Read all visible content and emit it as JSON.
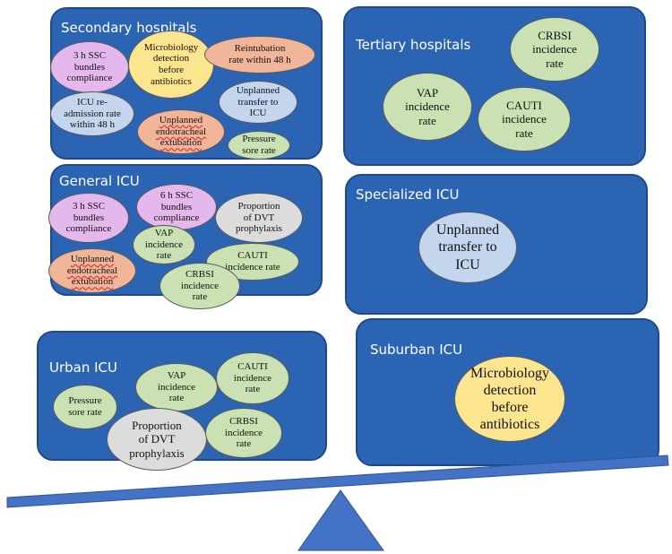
{
  "colors": {
    "panel": "#2c64b4",
    "pink": "#e4b8ec",
    "yellow": "#fbe58f",
    "salmon": "#f1b69a",
    "lightblue": "#c3d6ee",
    "green": "#c9e1b3",
    "gray": "#dcdcdc",
    "beam": "#4472c4"
  },
  "panels": {
    "secondary": {
      "title": "Secondary hospitals",
      "items": {
        "ssc3h": "3 h SSC\nbundles\ncompliance",
        "micro": "Microbiology\ndetection\nbefore\nantibiotics",
        "reintubation": "Reintubation\nrate within 48 h",
        "readmission": "ICU re-\nadmission rate\nwithin 48 h",
        "transfer": "Unplanned\ntransfer to\nICU",
        "extubation": "Unplanned\nendotracheal\nextubation",
        "pressure": "Pressure\nsore rate"
      }
    },
    "tertiary": {
      "title": "Tertiary hospitals",
      "items": {
        "crbsi": "CRBSI\nincidence\nrate",
        "vap": "VAP\nincidence\nrate",
        "cauti": "CAUTI\nincidence\nrate"
      }
    },
    "general": {
      "title": "General ICU",
      "items": {
        "ssc3h": "3 h SSC\nbundles\ncompliance",
        "ssc6h": "6 h SSC\nbundles\ncompliance",
        "dvt": "Proportion\nof DVT\nprophylaxis",
        "vap": "VAP\nincidence\nrate",
        "cauti": "CAUTI\nincidence rate",
        "extubation": "Unplanned\nendotracheal\nextubation",
        "crbsi": "CRBSI\nincidence\nrate"
      }
    },
    "specialized": {
      "title": "Specialized ICU",
      "items": {
        "transfer": "Unplanned\ntransfer to\nICU"
      }
    },
    "urban": {
      "title": "Urban ICU",
      "items": {
        "vap": "VAP\nincidence\nrate",
        "cauti": "CAUTI\nincidence\nrate",
        "pressure": "Pressure\nsore rate",
        "dvt": "Proportion\nof DVT\nprophylaxis",
        "crbsi": "CRBSI\nincidence\nrate"
      }
    },
    "suburban": {
      "title": "Suburban ICU",
      "items": {
        "micro": "Microbiology\ndetection\nbefore\nantibiotics"
      }
    }
  }
}
